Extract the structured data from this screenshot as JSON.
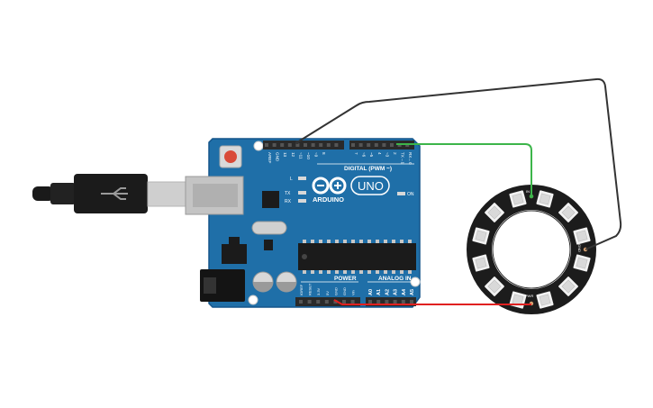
{
  "board": {
    "brand": "ARDUINO",
    "model": "UNO",
    "digital_header_label": "DIGITAL (PWM ~)",
    "power_label": "POWER",
    "analog_label": "ANALOG IN",
    "on_label": "ON",
    "led_l_label": "L",
    "led_tx_label": "TX",
    "led_rx_label": "RX",
    "top_pins": [
      "AREF",
      "GND",
      "13",
      "12",
      "~11",
      "~10",
      "~9",
      "8",
      "7",
      "~6",
      "~5",
      "4",
      "~3",
      "2",
      "TX→1",
      "RX←0"
    ],
    "power_pins": [
      "IOREF",
      "RESET",
      "3.3V",
      "5V",
      "GND",
      "GND",
      "Vin"
    ],
    "analog_pins": [
      "A0",
      "A1",
      "A2",
      "A3",
      "A4",
      "A5"
    ]
  },
  "ring": {
    "pixel_count": 12,
    "pin_labels": [
      "IN",
      "PWR",
      "GND"
    ]
  },
  "wires": [
    {
      "name": "signal",
      "color": "#3cb54a"
    },
    {
      "name": "power",
      "color": "#e02020"
    },
    {
      "name": "ground",
      "color": "#333333"
    }
  ],
  "colors": {
    "board": "#1f6fa8",
    "board_edge": "#15558a",
    "header": "#2a2a2a",
    "reset_button": "#d94a38",
    "ring": "#1c1c1c",
    "pixel": "#f2f2f2"
  }
}
